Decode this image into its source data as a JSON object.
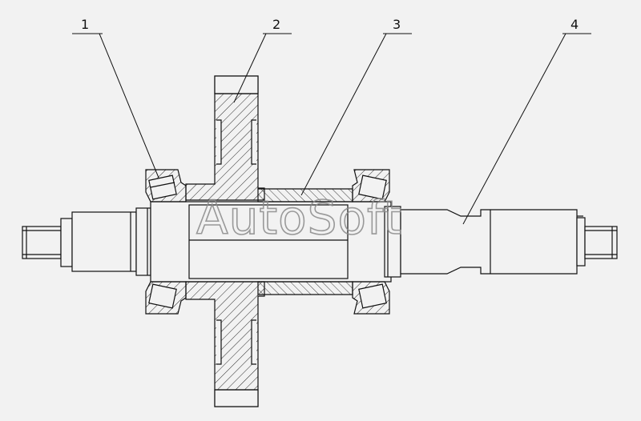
{
  "diagram": {
    "callouts": [
      {
        "id": "1",
        "label": "1"
      },
      {
        "id": "2",
        "label": "2"
      },
      {
        "id": "3",
        "label": "3"
      },
      {
        "id": "4",
        "label": "4"
      }
    ],
    "watermark": "AutoSoft",
    "colors": {
      "background": "#f2f2f2",
      "line": "#111111",
      "watermark": "#8a8a8a"
    }
  }
}
